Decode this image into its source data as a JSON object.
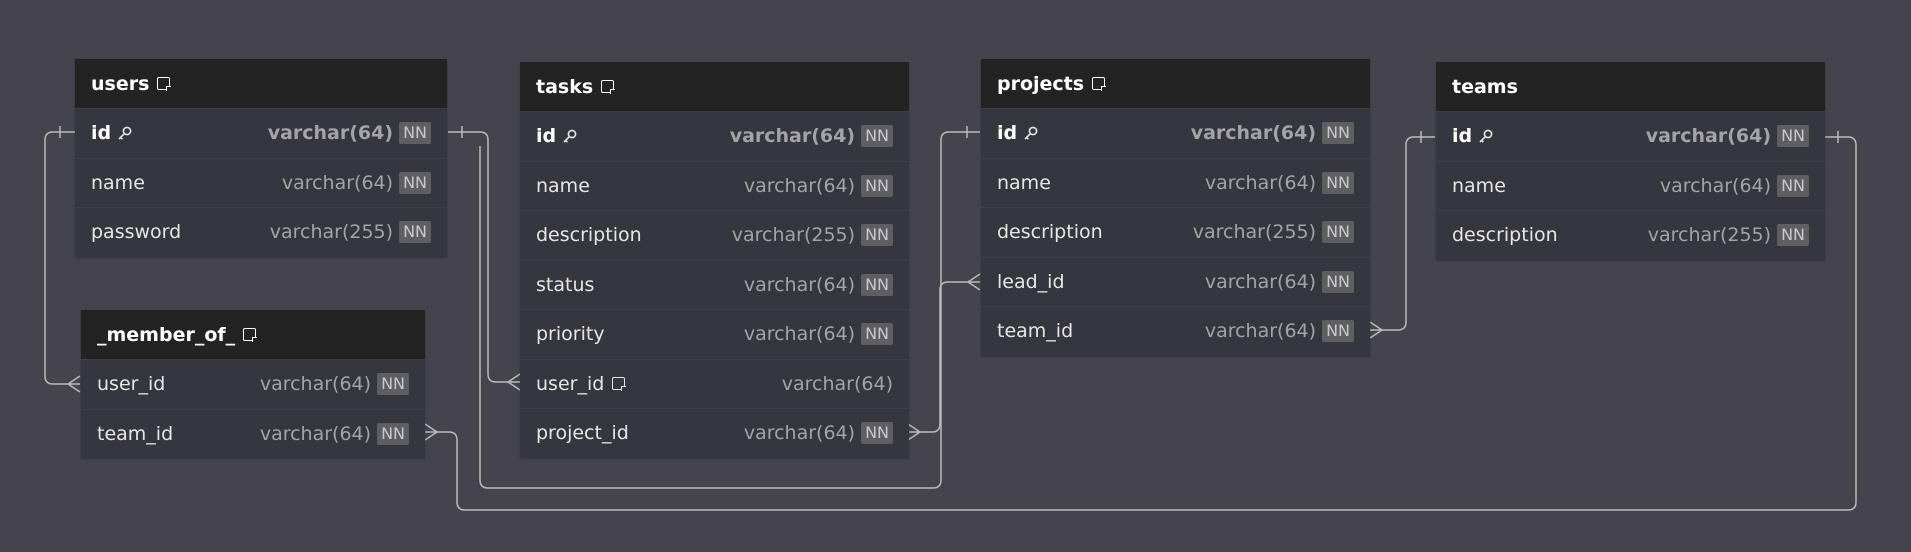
{
  "tables": {
    "users": {
      "name": "users",
      "columns": [
        {
          "name": "id",
          "type": "varchar(64)",
          "nn": "NN"
        },
        {
          "name": "name",
          "type": "varchar(64)",
          "nn": "NN"
        },
        {
          "name": "password",
          "type": "varchar(255)",
          "nn": "NN"
        }
      ]
    },
    "tasks": {
      "name": "tasks",
      "columns": [
        {
          "name": "id",
          "type": "varchar(64)",
          "nn": "NN"
        },
        {
          "name": "name",
          "type": "varchar(64)",
          "nn": "NN"
        },
        {
          "name": "description",
          "type": "varchar(255)",
          "nn": "NN"
        },
        {
          "name": "status",
          "type": "varchar(64)",
          "nn": "NN"
        },
        {
          "name": "priority",
          "type": "varchar(64)",
          "nn": "NN"
        },
        {
          "name": "user_id",
          "type": "varchar(64)"
        },
        {
          "name": "project_id",
          "type": "varchar(64)",
          "nn": "NN"
        }
      ]
    },
    "projects": {
      "name": "projects",
      "columns": [
        {
          "name": "id",
          "type": "varchar(64)",
          "nn": "NN"
        },
        {
          "name": "name",
          "type": "varchar(64)",
          "nn": "NN"
        },
        {
          "name": "description",
          "type": "varchar(255)",
          "nn": "NN"
        },
        {
          "name": "lead_id",
          "type": "varchar(64)",
          "nn": "NN"
        },
        {
          "name": "team_id",
          "type": "varchar(64)",
          "nn": "NN"
        }
      ]
    },
    "teams": {
      "name": "teams",
      "columns": [
        {
          "name": "id",
          "type": "varchar(64)",
          "nn": "NN"
        },
        {
          "name": "name",
          "type": "varchar(64)",
          "nn": "NN"
        },
        {
          "name": "description",
          "type": "varchar(255)",
          "nn": "NN"
        }
      ]
    },
    "member_of": {
      "name": "_member_of_",
      "columns": [
        {
          "name": "user_id",
          "type": "varchar(64)",
          "nn": "NN"
        },
        {
          "name": "team_id",
          "type": "varchar(64)",
          "nn": "NN"
        }
      ]
    }
  },
  "colors": {
    "background": "#45444d",
    "table_body": "#36363e",
    "table_header": "#232323",
    "relation_line": "#b9b9bd"
  },
  "icons": {
    "note": "note-icon",
    "primary_key": "key-icon"
  }
}
